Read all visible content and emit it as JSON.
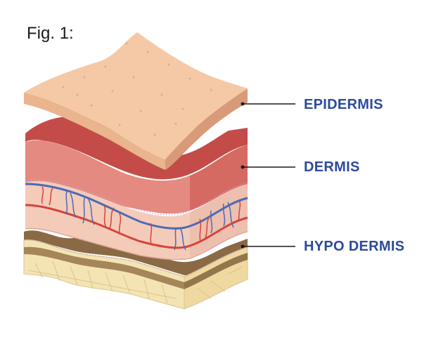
{
  "figure_label": "Fig. 1:",
  "layers": {
    "epidermis": {
      "label": "EPIDERMIS"
    },
    "dermis": {
      "label": "DERMIS"
    },
    "hypodermis": {
      "label": "HYPO DERMIS"
    }
  },
  "colors": {
    "label_blue": "#2d4a9c",
    "epidermis_top": "#f5c9a6",
    "epidermis_side": "#d89a78",
    "dermis_top": "#c44c48",
    "dermis_side": "#e48a80",
    "dermis_inner": "#f4cbb9",
    "artery_red": "#d7433a",
    "vein_blue": "#4a6ab8",
    "hypodermis_fill": "#f4e4b4",
    "hypodermis_dark": "#8a6a44"
  }
}
